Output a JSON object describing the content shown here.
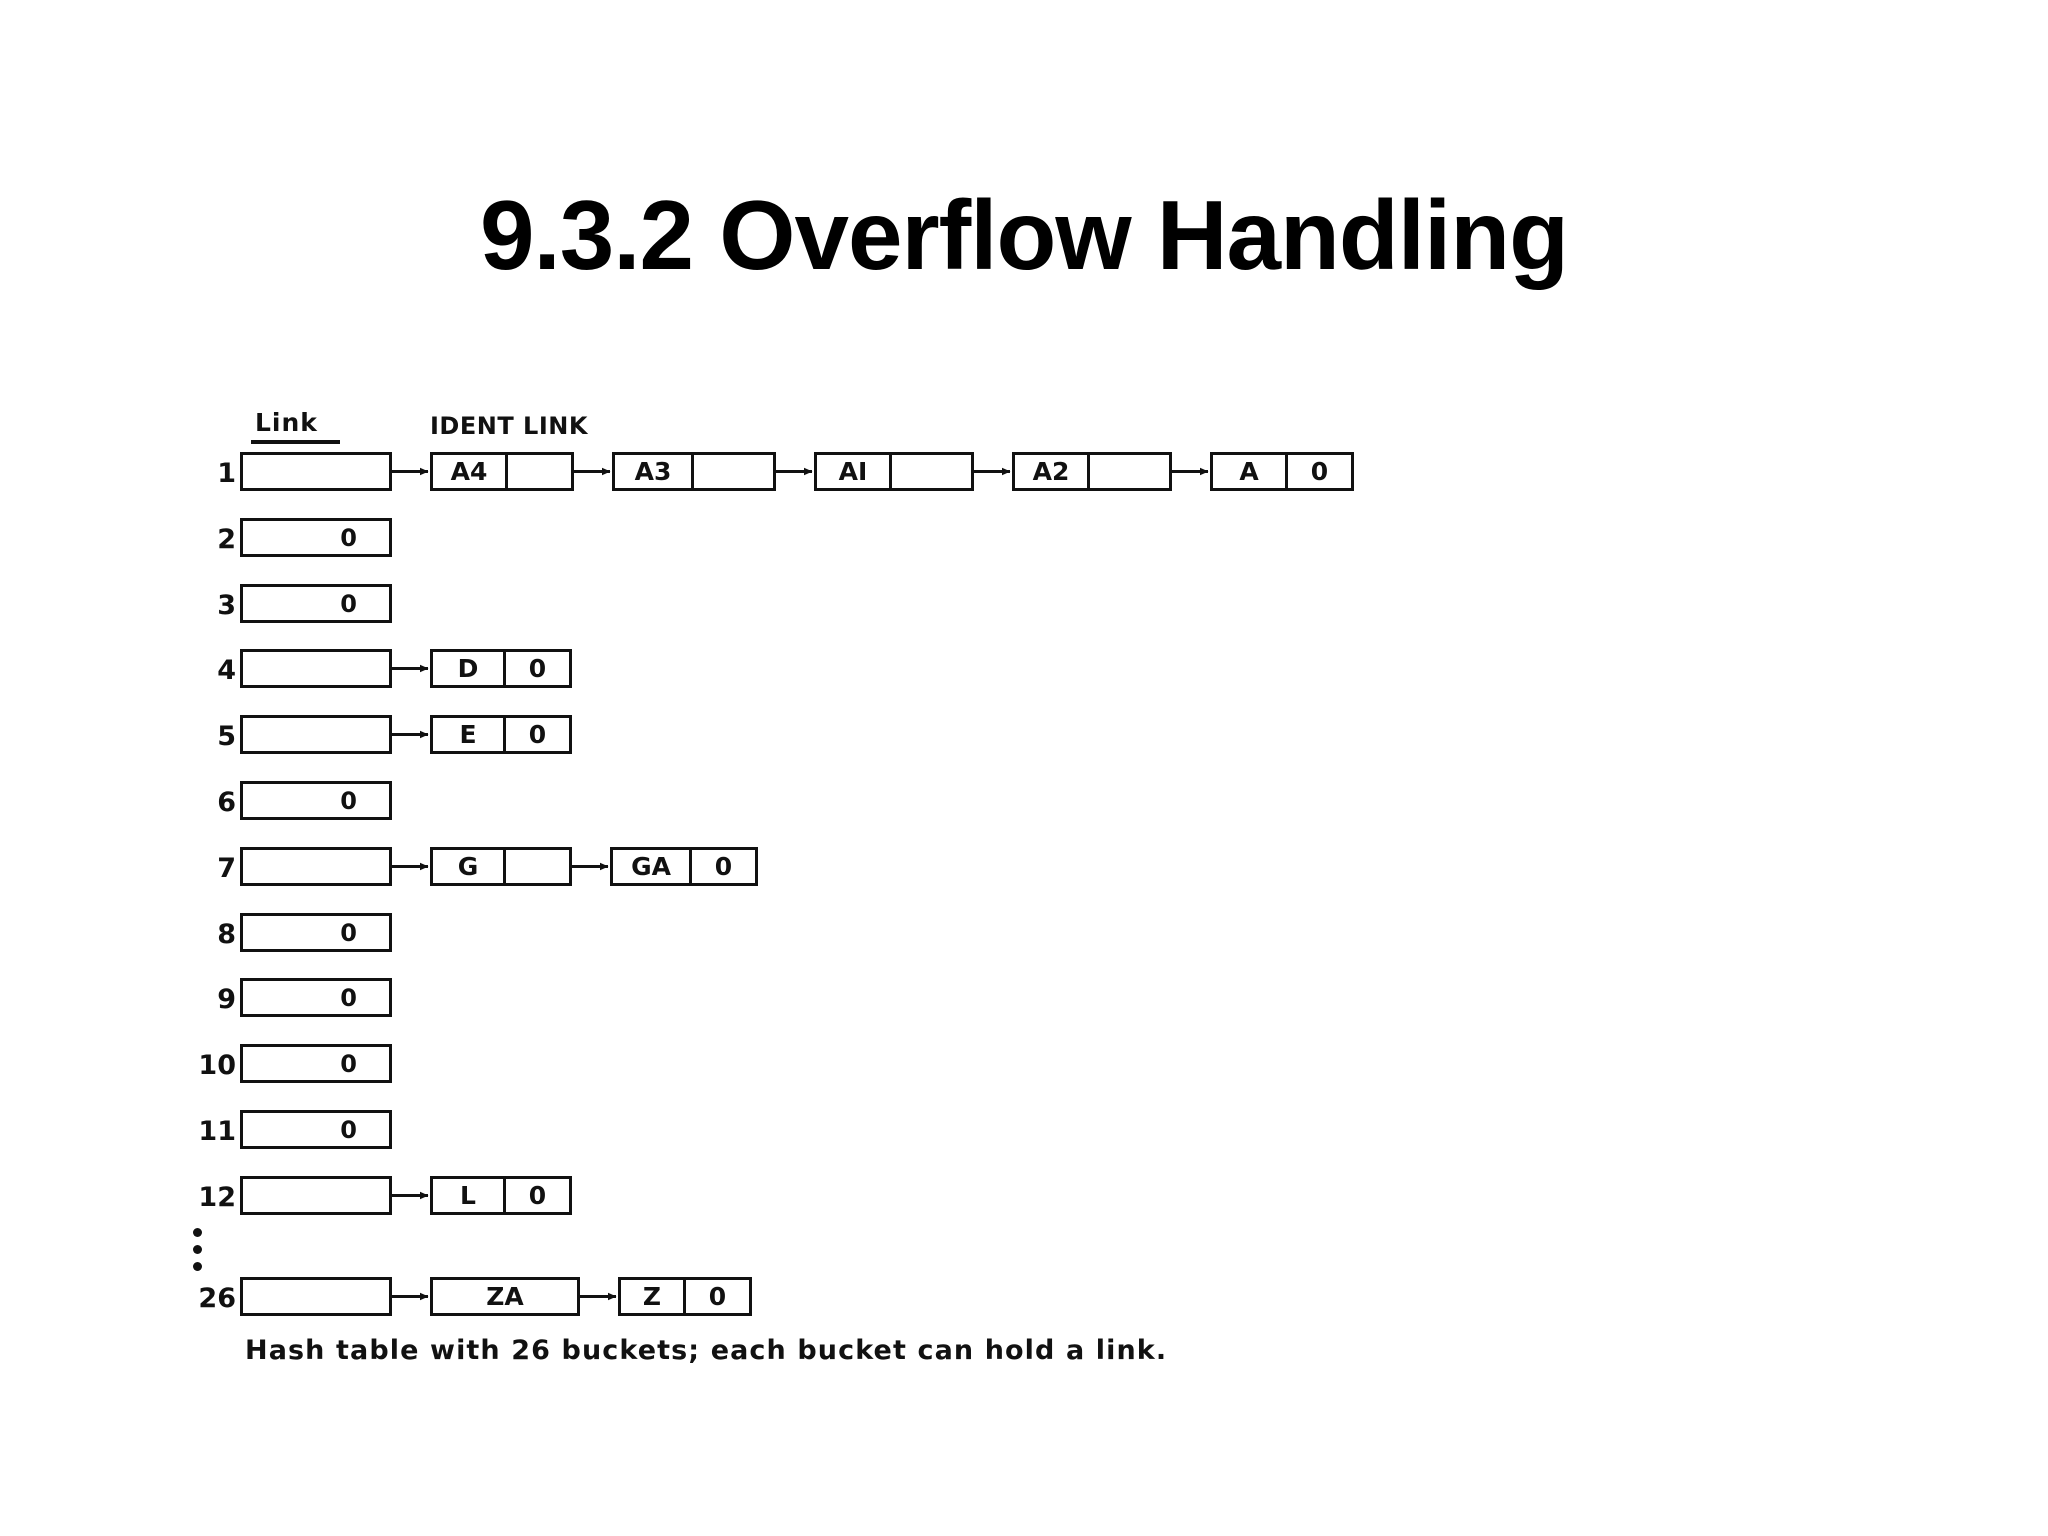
{
  "slide": {
    "title": "9.3.2 Overflow Handling",
    "background_color": "#ffffff",
    "ink_color": "#111111"
  },
  "figure": {
    "column_headers": {
      "bucket_column": "Link",
      "node_column": "IDENT  LINK",
      "node_ident_label": "IDENT",
      "node_link_label": "LINK"
    },
    "caption": "Hash table with 26 buckets; each bucket can hold a link.",
    "ellipsis_symbol": "⋮",
    "null_symbol": "0",
    "bucket_count": 26,
    "rows": [
      {
        "index": "1",
        "bucket_null": false,
        "bucket_value": "",
        "nodes": [
          {
            "ident": "A4",
            "link": ""
          },
          {
            "ident": "A3",
            "link": ""
          },
          {
            "ident": "AI",
            "link": ""
          },
          {
            "ident": "A2",
            "link": ""
          },
          {
            "ident": "A",
            "link": "0"
          }
        ]
      },
      {
        "index": "2",
        "bucket_null": true,
        "bucket_value": "0",
        "nodes": []
      },
      {
        "index": "3",
        "bucket_null": true,
        "bucket_value": "0",
        "nodes": []
      },
      {
        "index": "4",
        "bucket_null": false,
        "bucket_value": "",
        "nodes": [
          {
            "ident": "D",
            "link": "0"
          }
        ]
      },
      {
        "index": "5",
        "bucket_null": false,
        "bucket_value": "",
        "nodes": [
          {
            "ident": "E",
            "link": "0"
          }
        ]
      },
      {
        "index": "6",
        "bucket_null": true,
        "bucket_value": "0",
        "nodes": []
      },
      {
        "index": "7",
        "bucket_null": false,
        "bucket_value": "",
        "nodes": [
          {
            "ident": "G",
            "link": ""
          },
          {
            "ident": "GA",
            "link": "0"
          }
        ]
      },
      {
        "index": "8",
        "bucket_null": true,
        "bucket_value": "0",
        "nodes": []
      },
      {
        "index": "9",
        "bucket_null": true,
        "bucket_value": "0",
        "nodes": []
      },
      {
        "index": "10",
        "bucket_null": true,
        "bucket_value": "0",
        "nodes": []
      },
      {
        "index": "11",
        "bucket_null": true,
        "bucket_value": "0",
        "nodes": []
      },
      {
        "index": "12",
        "bucket_null": false,
        "bucket_value": "",
        "nodes": [
          {
            "ident": "L",
            "link": "0"
          }
        ]
      },
      {
        "index": "26",
        "bucket_null": false,
        "bucket_value": "",
        "nodes": [
          {
            "ident": "ZA",
            "link": "",
            "single_cell": true
          },
          {
            "ident": "Z",
            "link": "0"
          }
        ]
      }
    ]
  }
}
